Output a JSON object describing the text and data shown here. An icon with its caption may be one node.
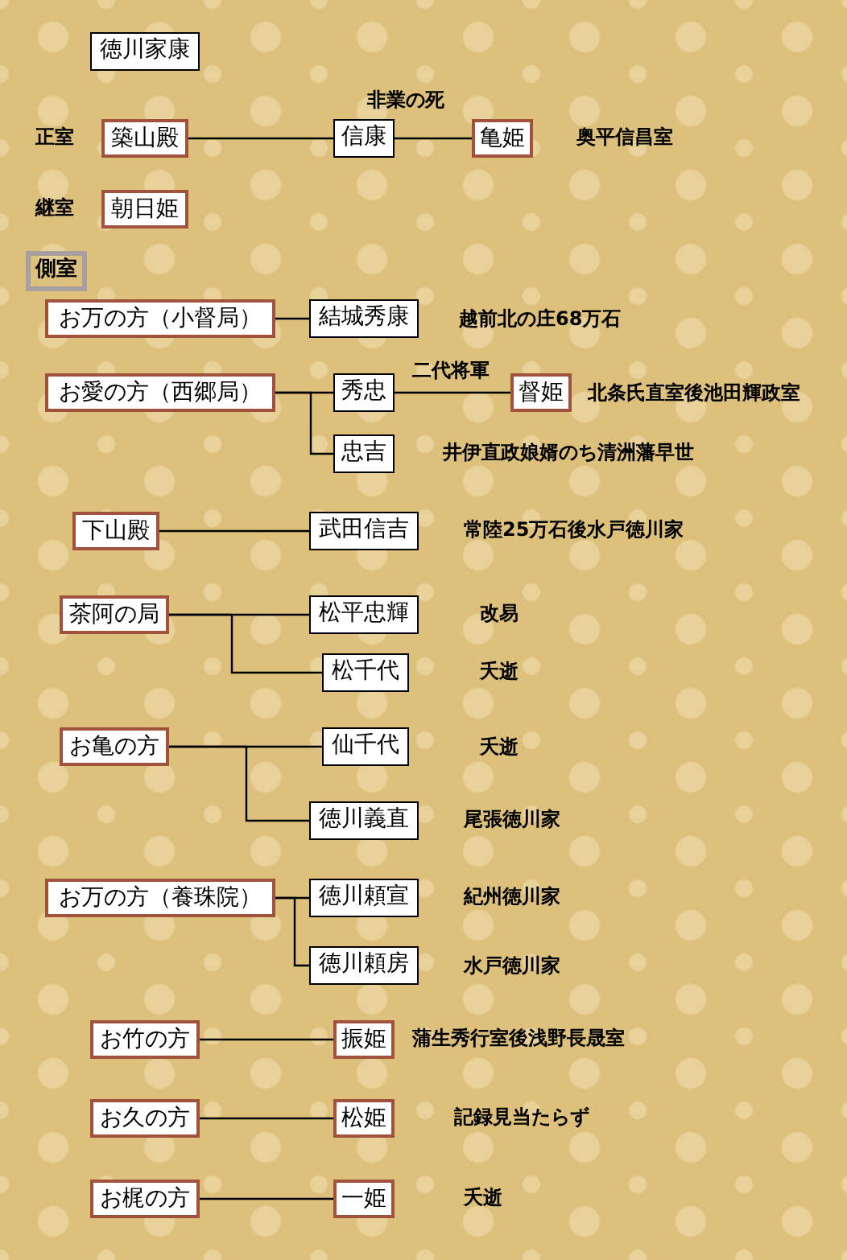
{
  "diagram": {
    "nodes": [
      {
        "text": [
          "徳川家康"
        ]
      },
      {
        "text": [
          "築山殿"
        ],
        "beside": [
          "正室"
        ]
      },
      {
        "text": [
          "信康"
        ],
        "beside": [
          "非業の死"
        ]
      },
      {
        "text": [
          "亀姫"
        ],
        "beside": [
          "奥平信昌室"
        ]
      },
      {
        "text": [
          "朝日姫"
        ],
        "beside": [
          "継室"
        ]
      },
      {
        "text": [
          "側室"
        ]
      },
      {
        "text": [
          "お万の方（小督局）"
        ]
      },
      {
        "text": [
          "結城秀康"
        ],
        "beside": [
          "越前北の庄68万石"
        ]
      },
      {
        "text": [
          "お愛の方（西郷局）"
        ]
      },
      {
        "text": [
          "秀忠"
        ],
        "beside": [
          "二代将軍"
        ]
      },
      {
        "text": [
          "督姫"
        ],
        "beside": [
          "北条氏直室後池田輝政室"
        ]
      },
      {
        "text": [
          "忠吉"
        ],
        "beside": [
          "井伊直政娘婿のち清洲藩早世"
        ]
      },
      {
        "text": [
          "下山殿"
        ]
      },
      {
        "text": [
          "武田信吉"
        ],
        "beside": [
          "常陸25万石後水戸徳川家"
        ]
      },
      {
        "text": [
          "茶阿の局"
        ]
      },
      {
        "text": [
          "松平忠輝"
        ],
        "beside": [
          "改易"
        ]
      },
      {
        "text": [
          "松千代"
        ],
        "beside": [
          "夭逝"
        ]
      },
      {
        "text": [
          "お亀の方"
        ]
      },
      {
        "text": [
          "仙千代"
        ],
        "beside": [
          "夭逝"
        ]
      },
      {
        "text": [
          "徳川義直"
        ],
        "beside": [
          "尾張徳川家"
        ]
      },
      {
        "text": [
          "お万の方（養珠院）"
        ]
      },
      {
        "text": [
          "徳川頼宣"
        ],
        "beside": [
          "紀州徳川家"
        ]
      },
      {
        "text": [
          "徳川頼房"
        ],
        "beside": [
          "水戸徳川家"
        ]
      },
      {
        "text": [
          "お竹の方"
        ]
      },
      {
        "text": [
          "振姫"
        ],
        "beside": [
          "蒲生秀行室後浅野長晟室"
        ]
      },
      {
        "text": [
          "お久の方"
        ]
      },
      {
        "text": [
          "松姫"
        ],
        "beside": [
          "記録見当たらず"
        ]
      },
      {
        "text": [
          "お梶の方"
        ]
      },
      {
        "text": [
          "一姫"
        ],
        "beside": [
          "夭逝"
        ]
      }
    ],
    "edges": [
      {
        "from": 1,
        "to": 2,
        "arrow": "none"
      },
      {
        "from": 2,
        "to": 3,
        "arrow": "none"
      },
      {
        "from": 6,
        "to": 7,
        "arrow": "none"
      },
      {
        "from": 8,
        "to": 9,
        "arrow": "none"
      },
      {
        "from": 8,
        "to": 11,
        "arrow": "none"
      },
      {
        "from": 9,
        "to": 10,
        "arrow": "none"
      },
      {
        "from": 12,
        "to": 13,
        "arrow": "none"
      },
      {
        "from": 14,
        "to": 15,
        "arrow": "none"
      },
      {
        "from": 14,
        "to": 16,
        "arrow": "none"
      },
      {
        "from": 17,
        "to": 18,
        "arrow": "none"
      },
      {
        "from": 17,
        "to": 19,
        "arrow": "none"
      },
      {
        "from": 20,
        "to": 21,
        "arrow": "none"
      },
      {
        "from": 20,
        "to": 22,
        "arrow": "none"
      },
      {
        "from": 23,
        "to": 24,
        "arrow": "none"
      },
      {
        "from": 25,
        "to": 26,
        "arrow": "none"
      },
      {
        "from": 27,
        "to": 28,
        "arrow": "none"
      }
    ]
  }
}
